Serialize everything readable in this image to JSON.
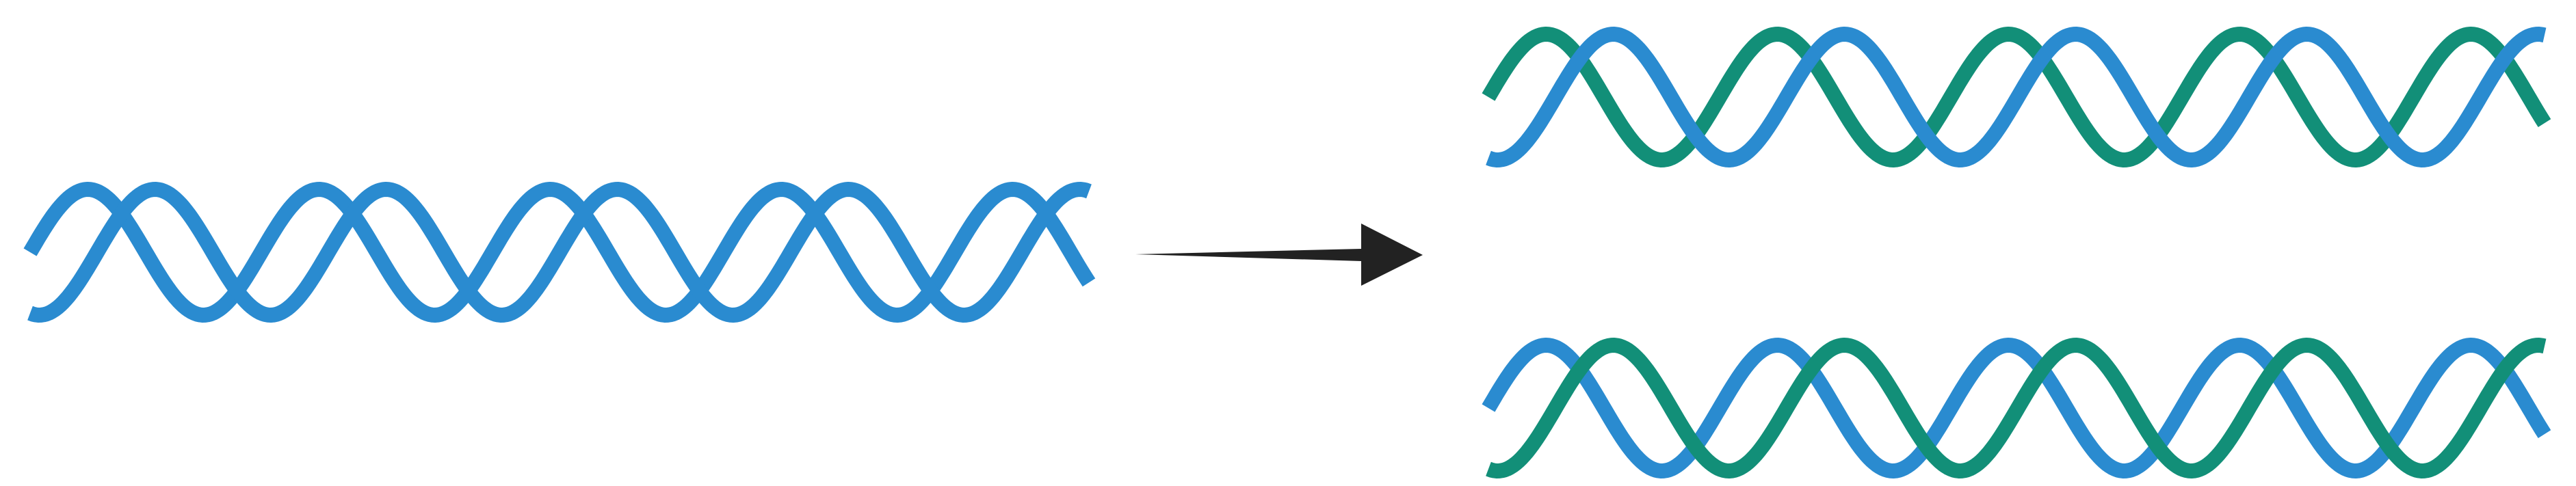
{
  "diagram": {
    "kind": "dna-replication",
    "parent_helix": {
      "strands": [
        "parental",
        "parental"
      ]
    },
    "arrow": {
      "direction": "right"
    },
    "daughter_helices": [
      {
        "strands": [
          "new",
          "parental"
        ]
      },
      {
        "strands": [
          "parental",
          "new"
        ]
      }
    ]
  },
  "colors": {
    "parental": "#2a8bd0",
    "new": "#128f78",
    "arrow": "#222222",
    "background": "#ffffff"
  },
  "icons": {
    "arrow": "right-arrow-icon"
  }
}
